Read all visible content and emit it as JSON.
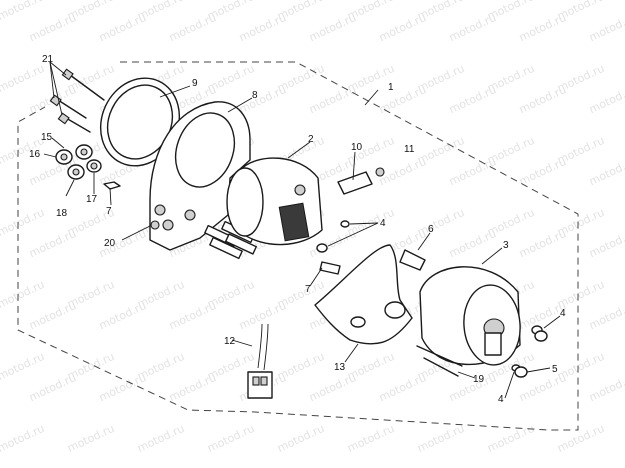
{
  "watermark": "motod.ru",
  "callouts": [
    "1",
    "2",
    "3",
    "4",
    "4",
    "4",
    "5",
    "6",
    "7",
    "7",
    "8",
    "9",
    "10",
    "11",
    "12",
    "13",
    "15",
    "16",
    "17",
    "18",
    "19",
    "20",
    "21"
  ]
}
